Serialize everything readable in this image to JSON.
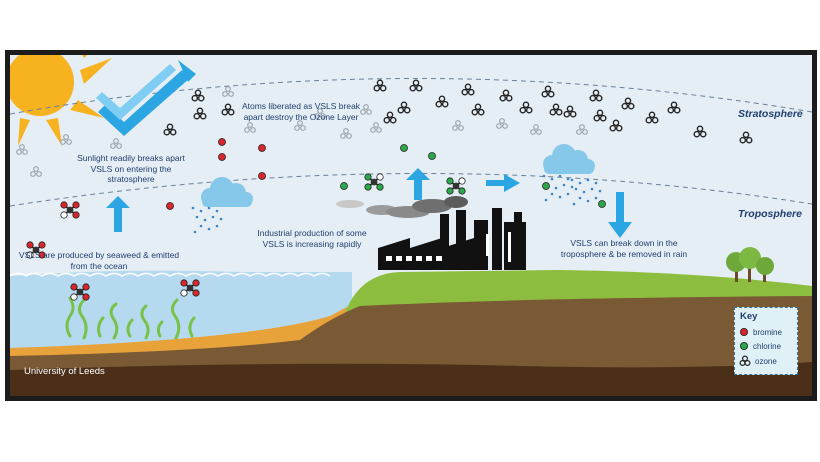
{
  "labels": {
    "sunlight": "Sunlight readily breaks apart VSLS on entering the stratosphere",
    "atoms": "Atoms liberated as VSLS break apart destroy the Ozone Layer",
    "seaweed": "VSLS are produced by seaweed & emitted from the ocean",
    "industrial": "Industrial production of some VSLS is increasing rapidly",
    "rain": "VSLS can break down in the troposphere & be removed in rain",
    "stratosphere": "Stratosphere",
    "troposphere": "Troposphere",
    "credit": "University of Leeds"
  },
  "key": {
    "title": "Key",
    "items": [
      {
        "label": "bromine",
        "color": "#d9262b"
      },
      {
        "label": "chlorine",
        "color": "#2aa84a"
      },
      {
        "label": "ozone",
        "color": "#222222"
      }
    ]
  },
  "colors": {
    "sky": "#e6eef5",
    "ocean": "#b5daf0",
    "land": "#8cbd3f",
    "soil": "#7a5a34",
    "deep_soil": "#4b2f18",
    "sand": "#e8a23a",
    "arrow": "#2ba6e2",
    "cloud": "#86c8ea",
    "sun": "#f7b21f",
    "factory": "#111111"
  }
}
